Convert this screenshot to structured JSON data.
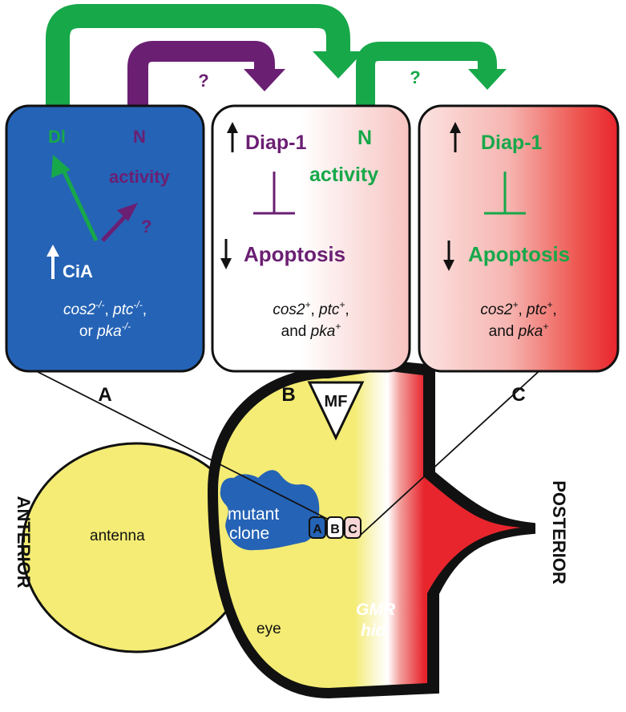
{
  "colors": {
    "green": "#17a84a",
    "purple": "#6b1f73",
    "blue": "#2563b6",
    "red": "#e8252d",
    "yellow": "#f4ec74",
    "black": "#111111",
    "white": "#ffffff"
  },
  "icons": [
    "up-arrow-icon",
    "down-arrow-icon",
    "inhibition-bar-icon",
    "curved-arrow-icon"
  ],
  "panel_a": {
    "dl": "Dl",
    "n": "N",
    "activity": "activity",
    "question": "?",
    "cia": "CiA",
    "geno_line1_a": "cos2",
    "geno_line1_a_sup": "-/-",
    "geno_line1_sep": ", ",
    "geno_line1_b": "ptc",
    "geno_line1_b_sup": "-/-",
    "geno_line1_end": ",",
    "geno_line2_or": "or ",
    "geno_line2_c": "pka",
    "geno_line2_c_sup": "-/-"
  },
  "panel_b": {
    "diap": "Diap-1",
    "n": "N",
    "activity": "activity",
    "apoptosis": "Apoptosis",
    "geno_line1_a": "cos2",
    "geno_line1_a_sup": "+",
    "geno_line1_sep": ", ",
    "geno_line1_b": "ptc",
    "geno_line1_b_sup": "+",
    "geno_line1_end": ",",
    "geno_line2_and": "and ",
    "geno_line2_c": "pka",
    "geno_line2_c_sup": "+"
  },
  "panel_c": {
    "diap": "Diap-1",
    "apoptosis": "Apoptosis",
    "geno_line1_a": "cos2",
    "geno_line1_a_sup": "+",
    "geno_line1_sep": ", ",
    "geno_line1_b": "ptc",
    "geno_line1_b_sup": "+",
    "geno_line1_end": ",",
    "geno_line2_and": "and ",
    "geno_line2_c": "pka",
    "geno_line2_c_sup": "+"
  },
  "arrows": {
    "purple_question": "?",
    "green_question": "?"
  },
  "panel_labels": {
    "a": "A",
    "b": "B",
    "c": "C"
  },
  "disc": {
    "mf": "MF",
    "antenna": "antenna",
    "mutant_line1": "mutant",
    "mutant_line2": "clone",
    "eye": "eye",
    "gmr_line1": "GMR",
    "gmr_line2": "hid",
    "box_a": "A",
    "box_b": "B",
    "box_c": "C"
  },
  "orientation": {
    "anterior": "ANTERIOR",
    "posterior": "POSTERIOR"
  }
}
